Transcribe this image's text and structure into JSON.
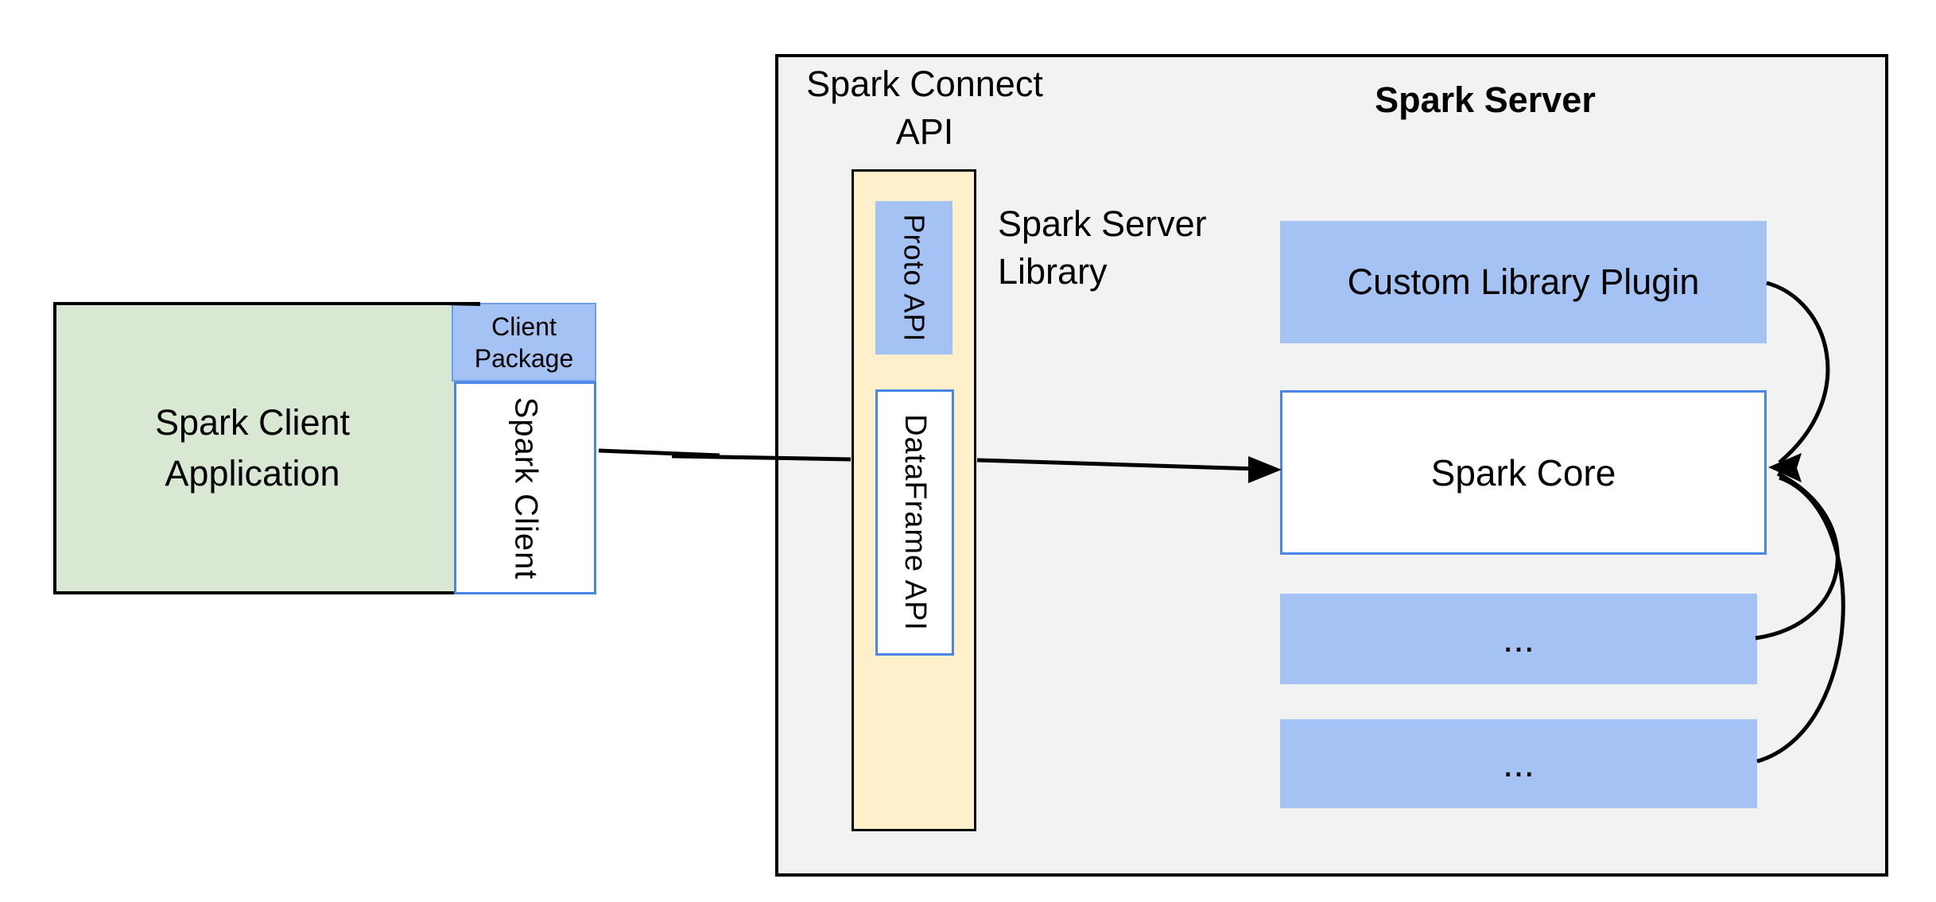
{
  "colors": {
    "client_app_fill": "#d9e8d2",
    "accent_blue_fill": "#a4c2f4",
    "library_fill": "#fdf0cb",
    "server_fill": "#f2f2f2",
    "blue_border": "#4a86e8",
    "line_black": "#000000"
  },
  "client_app": {
    "line1": "Spark Client",
    "line2": "Application"
  },
  "client_package": {
    "line1": "Client",
    "line2": "Package"
  },
  "spark_client": {
    "label": "Spark Client"
  },
  "spark_connect_api": {
    "line1": "Spark Connect",
    "line2": "API"
  },
  "spark_server": {
    "title": "Spark Server"
  },
  "spark_server_library": {
    "line1": "Spark Server",
    "line2": "Library"
  },
  "proto_api": {
    "label": "Proto API"
  },
  "dataframe_api": {
    "label": "DataFrame API"
  },
  "custom_library_plugin": {
    "label": "Custom Library Plugin"
  },
  "spark_core": {
    "label": "Spark Core"
  },
  "module_placeholder_1": {
    "label": "..."
  },
  "module_placeholder_2": {
    "label": "..."
  }
}
